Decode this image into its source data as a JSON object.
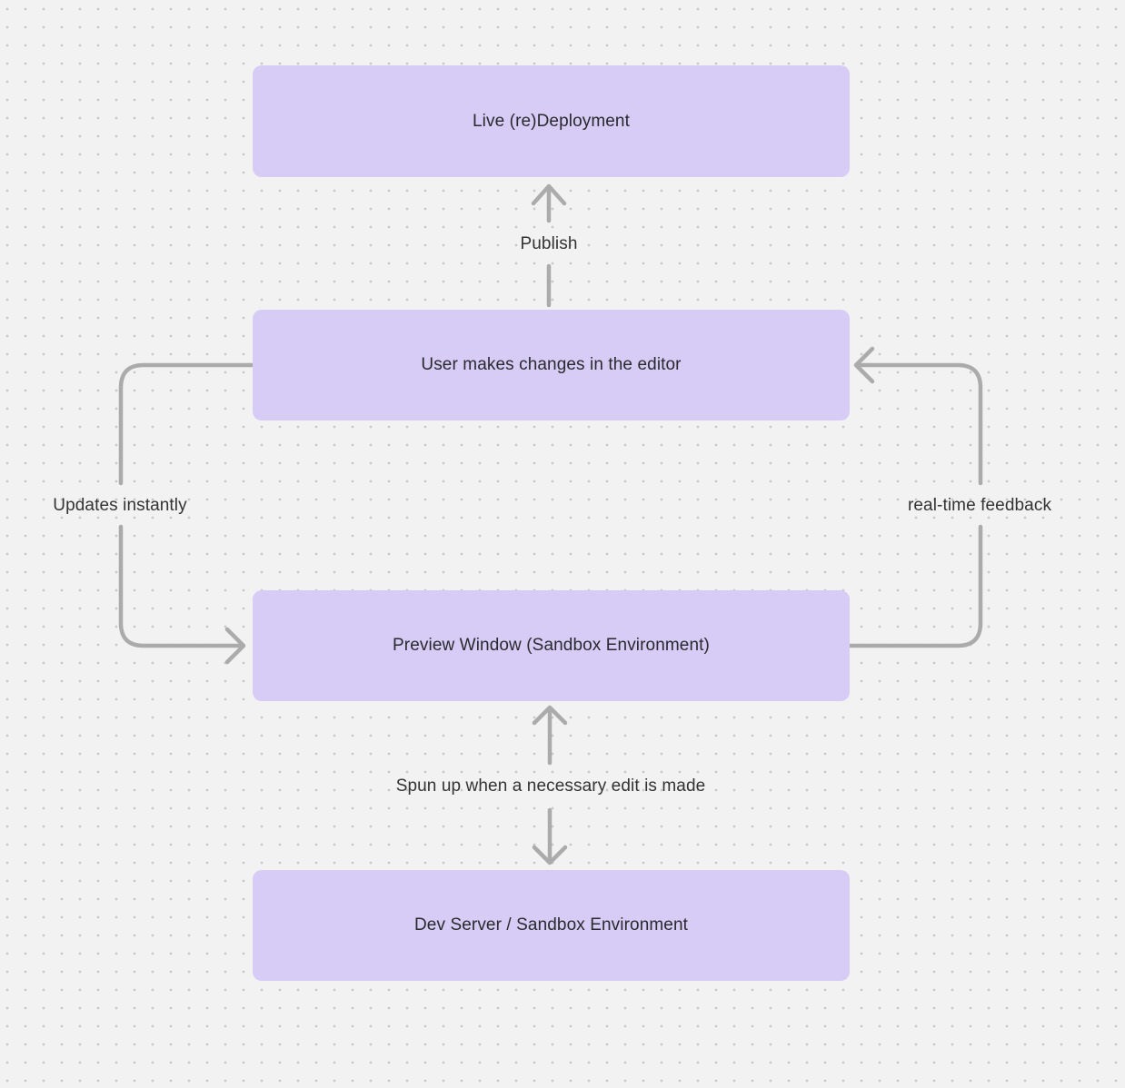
{
  "diagram": {
    "title": "Live preview / deployment flowchart",
    "nodes": [
      {
        "id": "live-redeployment",
        "label": "Live (re)Deployment"
      },
      {
        "id": "user-editor",
        "label": "User makes changes in the editor"
      },
      {
        "id": "preview-window",
        "label": "Preview Window (Sandbox Environment)"
      },
      {
        "id": "dev-server",
        "label": "Dev Server / Sandbox Environment"
      }
    ],
    "edges": [
      {
        "id": "publish",
        "label": "Publish",
        "from": "user-editor",
        "to": "live-redeployment",
        "direction": "up"
      },
      {
        "id": "updates-instantly",
        "label": "Updates instantly",
        "from": "user-editor",
        "to": "preview-window",
        "direction": "left-loop-down"
      },
      {
        "id": "real-time-feedback",
        "label": "real-time feedback",
        "from": "preview-window",
        "to": "user-editor",
        "direction": "right-loop-up"
      },
      {
        "id": "spun-up",
        "label": "Spun up when a necessary edit is made",
        "from": "dev-server",
        "to": "preview-window",
        "direction": "bidirectional"
      }
    ],
    "colors": {
      "background": "#F2F2F2",
      "grid_dot": "#C7C7C7",
      "node_fill": "#D6CCF6",
      "node_text": "#2A2A2E",
      "arrow": "#ABABAB",
      "edge_label_text": "#333333"
    }
  }
}
